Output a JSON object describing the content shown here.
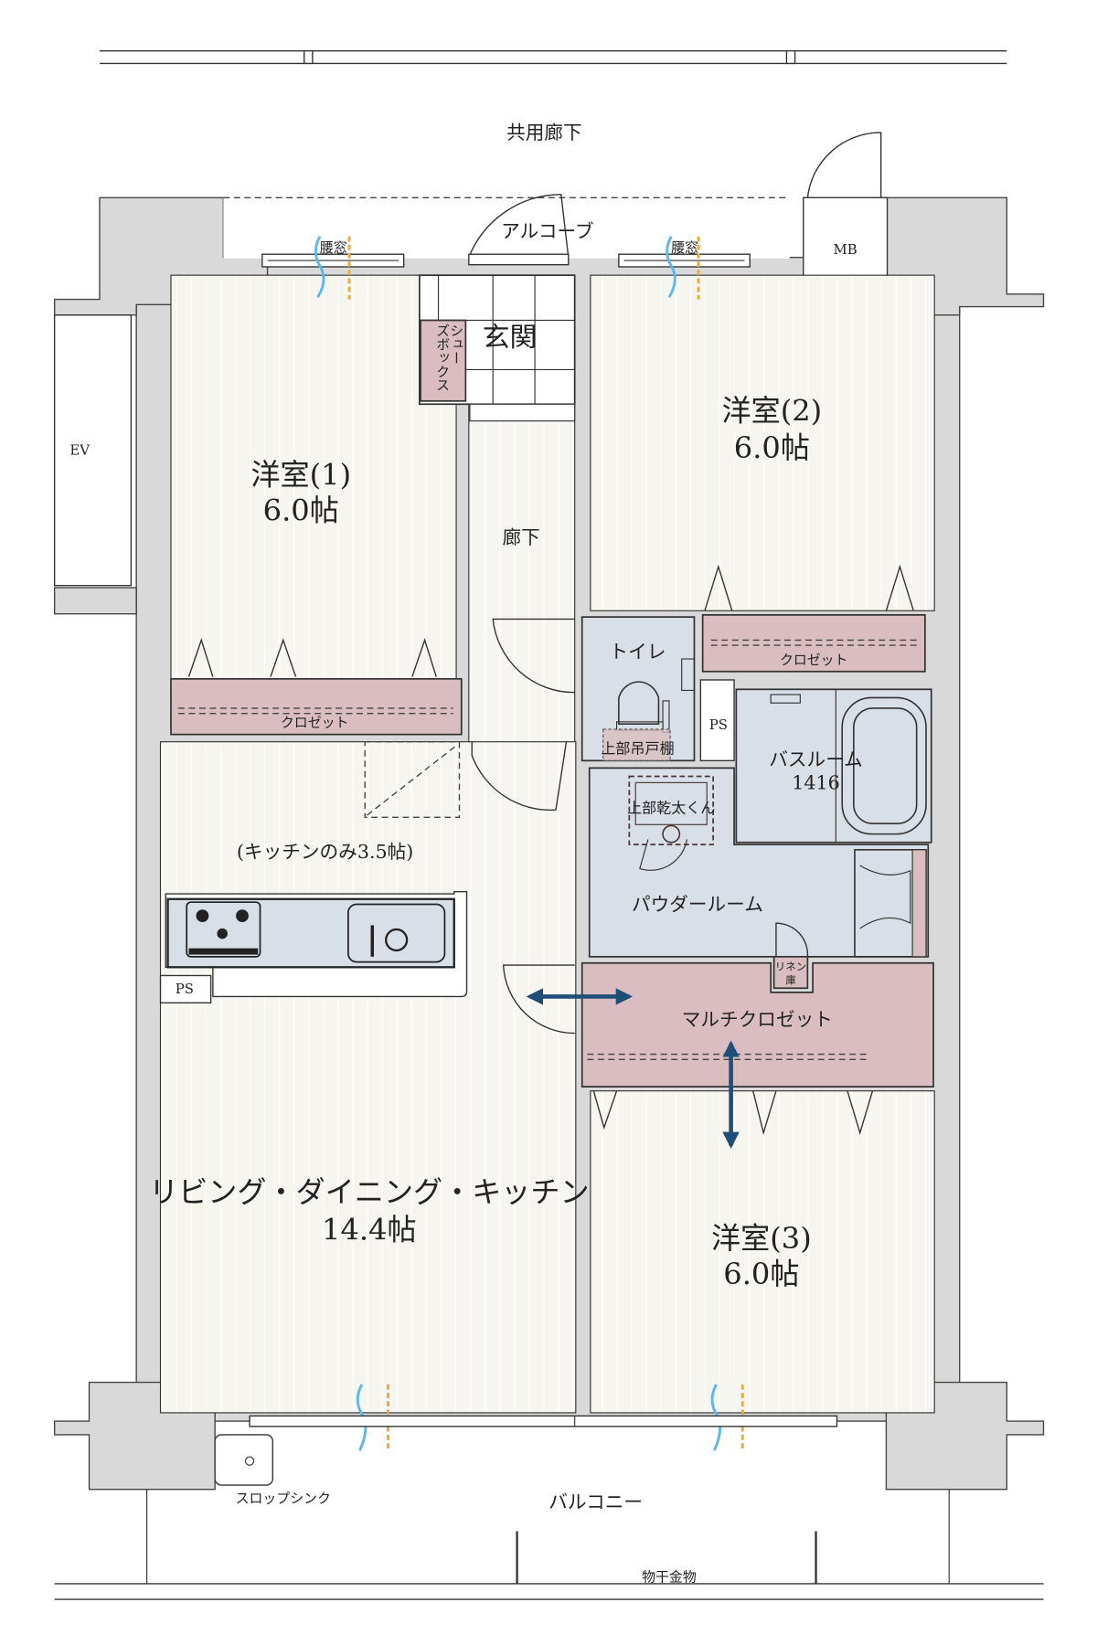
{
  "plan": {
    "common_corridor": "共用廊下",
    "alcove": "アルコーブ",
    "waist_window_1": "腰窓",
    "waist_window_2": "腰窓",
    "mb": "MB",
    "ev": "EV",
    "entrance": "玄関",
    "shoe_box_line1": "シュー",
    "shoe_box_line2": "ズボックス",
    "room1_name": "洋室(1)",
    "room1_size": "6.0帖",
    "room2_name": "洋室(2)",
    "room2_size": "6.0帖",
    "room3_name": "洋室(3)",
    "room3_size": "6.0帖",
    "hallway": "廊下",
    "toilet": "トイレ",
    "toilet_cabinet": "上部吊戸棚",
    "closet_1": "クロゼット",
    "closet_2": "クロゼット",
    "ps_1": "PS",
    "ps_2": "PS",
    "bathroom_name": "バスルーム",
    "bathroom_size": "1416",
    "dryer": "上部乾太くん",
    "powder_room": "パウダールーム",
    "linen_line1": "リネン",
    "linen_line2": "庫",
    "multi_closet": "マルチクロゼット",
    "kitchen_note": "(キッチンのみ3.5帖)",
    "ldk_name": "リビング・ダイニング・キッチン",
    "ldk_size": "14.4帖",
    "slop_sink": "スロップシンク",
    "balcony": "バルコニー",
    "drying_hardware": "物干金物"
  },
  "colors": {
    "wall": "#d9d9d9",
    "floor": "#f6f5ef",
    "wet_area": "#d8dfe6",
    "closet": "#d9bdc0",
    "arrow": "#1f4e79",
    "ventilation_blue": "#5bb8e8",
    "ventilation_orange": "#f0a830"
  }
}
